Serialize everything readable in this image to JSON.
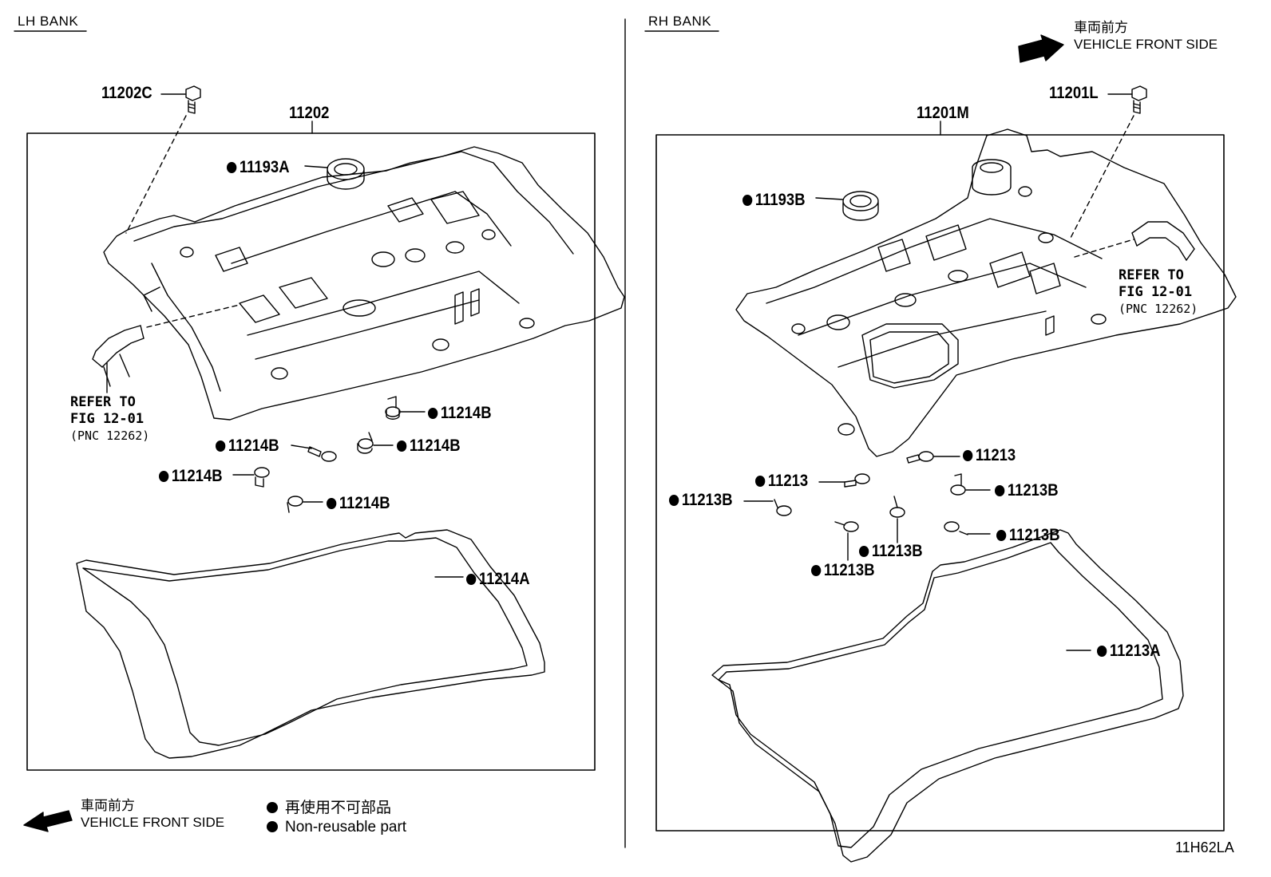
{
  "lh": {
    "bank": "LH BANK",
    "bolt_part": "11202C",
    "cover_part": "11202",
    "seal_part": "11193A",
    "grommet_parts": [
      "11214B",
      "11214B",
      "11214B",
      "11214B",
      "11214B"
    ],
    "gasket_part": "11214A",
    "refer": {
      "line1": "REFER TO",
      "line2": "FIG 12-01",
      "line3": "(PNC 12262)"
    },
    "front": {
      "jp": "車両前方",
      "en": "VEHICLE FRONT SIDE"
    }
  },
  "rh": {
    "bank": "RH BANK",
    "bolt_part": "11201L",
    "cover_part": "11201M",
    "seal_part": "11193B",
    "grommet_parts": [
      "11213",
      "11213",
      "11213B",
      "11213B",
      "11213B",
      "11213B",
      "11213B"
    ],
    "gasket_part": "11213A",
    "refer": {
      "line1": "REFER TO",
      "line2": "FIG 12-01",
      "line3": "(PNC 12262)"
    },
    "front": {
      "jp": "車両前方",
      "en": "VEHICLE FRONT SIDE"
    }
  },
  "legend": {
    "jp": "再使用不可部品",
    "en": "Non-reusable part"
  },
  "figure_code": "11H62LA"
}
